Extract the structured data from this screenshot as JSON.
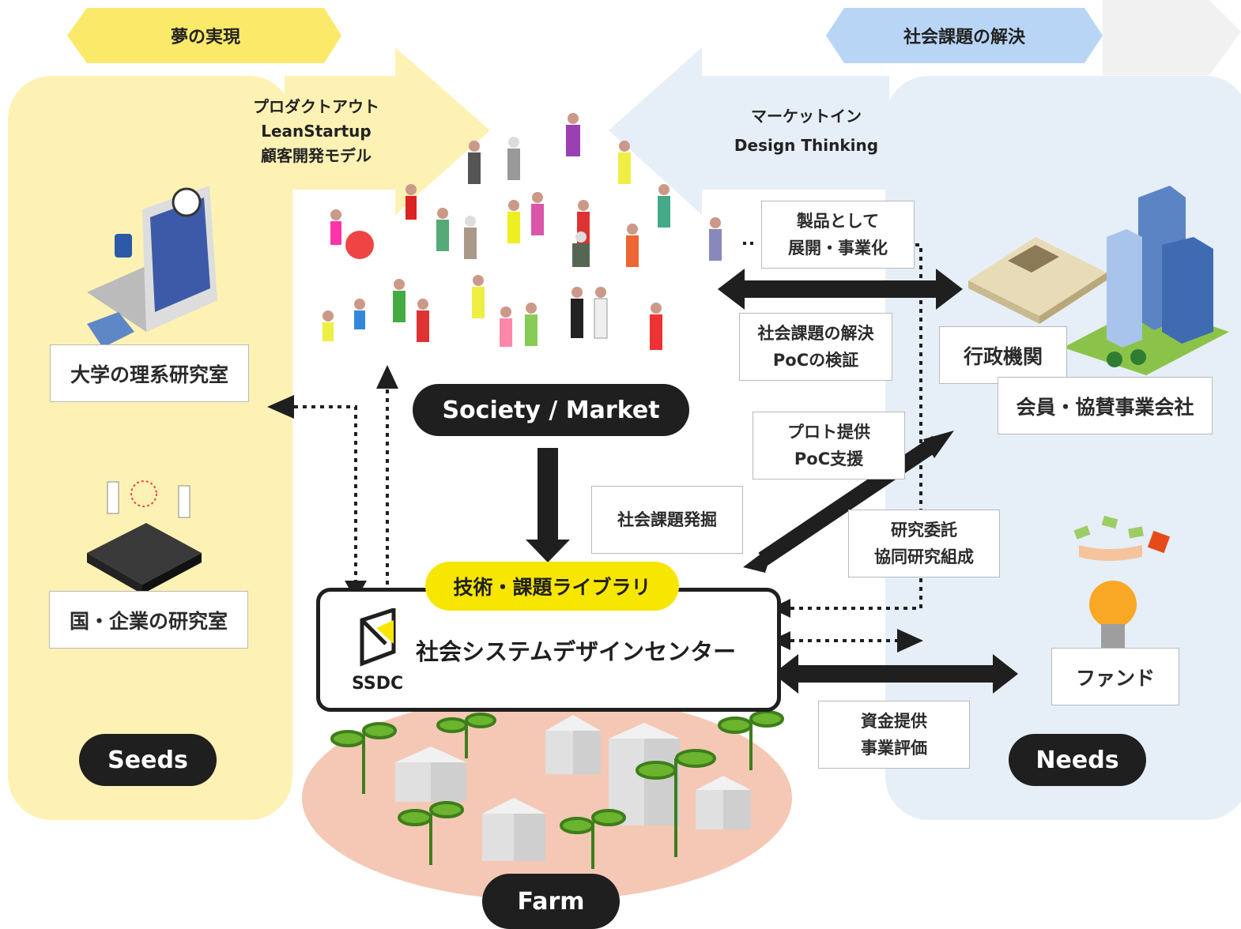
{
  "headers": {
    "left": "夢の実現",
    "right": "社会課題の解決"
  },
  "flows": {
    "left": [
      "プロダクトアウト",
      "LeanStartup",
      "顧客開発モデル"
    ],
    "right": [
      "マーケットイン",
      "Design Thinking"
    ]
  },
  "labels": {
    "univ_lab": "大学の理系研究室",
    "gov_lab": "国・企業の研究室",
    "product": [
      "製品として",
      "展開・事業化"
    ],
    "solve": [
      "社会課題の解決",
      "PoCの検証"
    ],
    "admin": "行政機関",
    "members": "会員・協賛事業会社",
    "proto": [
      "プロト提供",
      "PoC支援"
    ],
    "discover": "社会課題発掘",
    "research": [
      "研究委託",
      "協同研究組成"
    ],
    "fund": "ファンド",
    "funding": [
      "資金提供",
      "事業評価"
    ]
  },
  "library": "技術・課題ライブラリ",
  "center": {
    "name": "社会システムデザインセンター",
    "logo_text": "SSDC"
  },
  "pills": {
    "market": "Society / Market",
    "seeds": "Seeds",
    "needs": "Needs",
    "farm": "Farm"
  },
  "colors": {
    "seeds_bg": "#fdf2b4",
    "seeds_header": "#fbe96a",
    "needs_bg": "#e6eff8",
    "needs_header": "#b9d5f6",
    "library": "#f7e600",
    "farm": "#f4c8b5",
    "dark": "#1f1f1f"
  }
}
